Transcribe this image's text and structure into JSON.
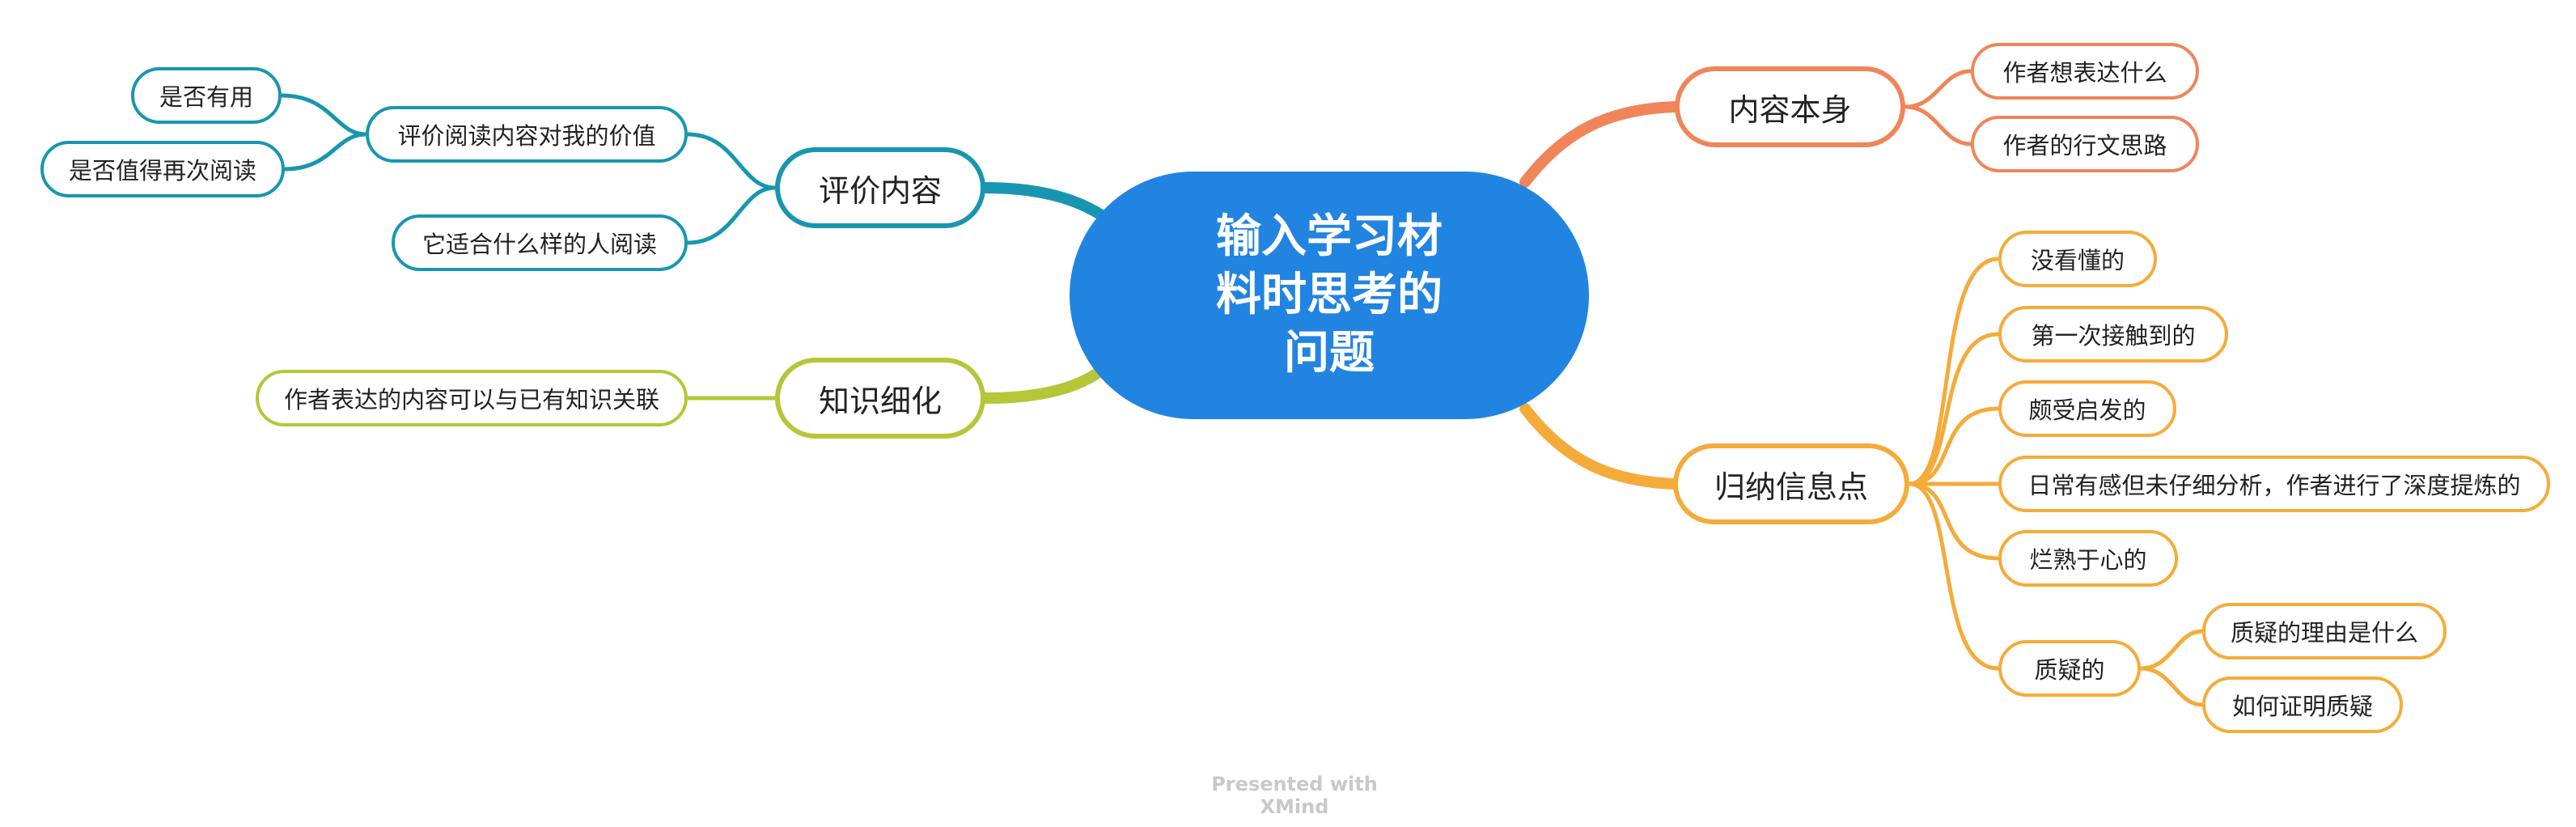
{
  "colors": {
    "root": "#2184e0",
    "evaluate_branch": "#1896b1",
    "knowledge_branch": "#b5c739",
    "content_branch": "#f0855a",
    "summary_branch": "#f5ab3a",
    "watermark": "#c9c9c9"
  },
  "root": {
    "lines": [
      "输入学习材",
      "料时思考的",
      "问题"
    ]
  },
  "branches": {
    "evaluate": {
      "label": "评价内容",
      "children": [
        {
          "label": "评价阅读内容对我的价值",
          "children": [
            {
              "label": "是否有用"
            },
            {
              "label": "是否值得再次阅读"
            }
          ]
        },
        {
          "label": "它适合什么样的人阅读"
        }
      ]
    },
    "knowledge": {
      "label": "知识细化",
      "children": [
        {
          "label": "作者表达的内容可以与已有知识关联"
        }
      ]
    },
    "content": {
      "label": "内容本身",
      "children": [
        {
          "label": "作者想表达什么"
        },
        {
          "label": "作者的行文思路"
        }
      ]
    },
    "summary": {
      "label": "归纳信息点",
      "children": [
        {
          "label": "没看懂的"
        },
        {
          "label": "第一次接触到的"
        },
        {
          "label": "颇受启发的"
        },
        {
          "label": "日常有感但未仔细分析，作者进行了深度提炼的"
        },
        {
          "label": "烂熟于心的"
        },
        {
          "label": "质疑的",
          "children": [
            {
              "label": "质疑的理由是什么"
            },
            {
              "label": "如何证明质疑"
            }
          ]
        }
      ]
    }
  },
  "watermark": "Presented with XMind"
}
